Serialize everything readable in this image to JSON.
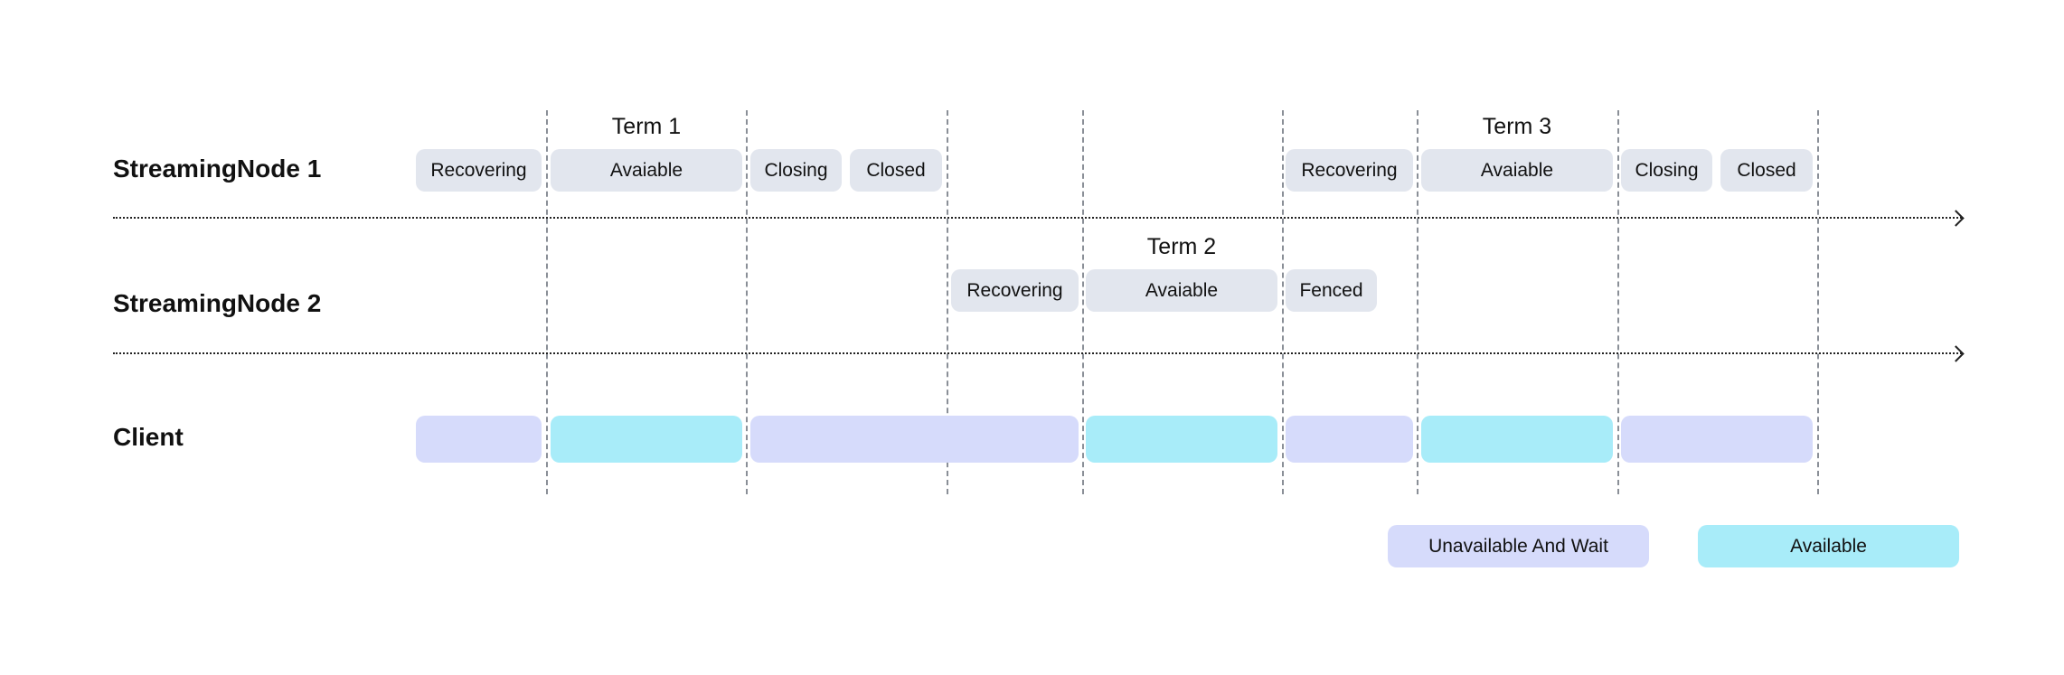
{
  "rows": {
    "node1": "StreamingNode 1",
    "node2": "StreamingNode 2",
    "client": "Client"
  },
  "terms": {
    "term1": "Term 1",
    "term2": "Term 2",
    "term3": "Term 3"
  },
  "node1_states": {
    "recovering_1": "Recovering",
    "available_1": "Avaiable",
    "closing_1": "Closing",
    "closed_1": "Closed",
    "recovering_3": "Recovering",
    "available_3": "Avaiable",
    "closing_3": "Closing",
    "closed_3": "Closed"
  },
  "node2_states": {
    "recovering_2": "Recovering",
    "available_2": "Avaiable",
    "fenced_2": "Fenced"
  },
  "client_segments": [
    "wait",
    "available",
    "wait",
    "available",
    "wait",
    "available",
    "wait"
  ],
  "legend": {
    "wait": "Unavailable And Wait",
    "available": "Available"
  },
  "colors": {
    "state_pill": "#e2e6ee",
    "wait": "#d6dbfb",
    "available": "#a8ecf9",
    "axis": "#222222",
    "divider": "#8a8f97"
  }
}
